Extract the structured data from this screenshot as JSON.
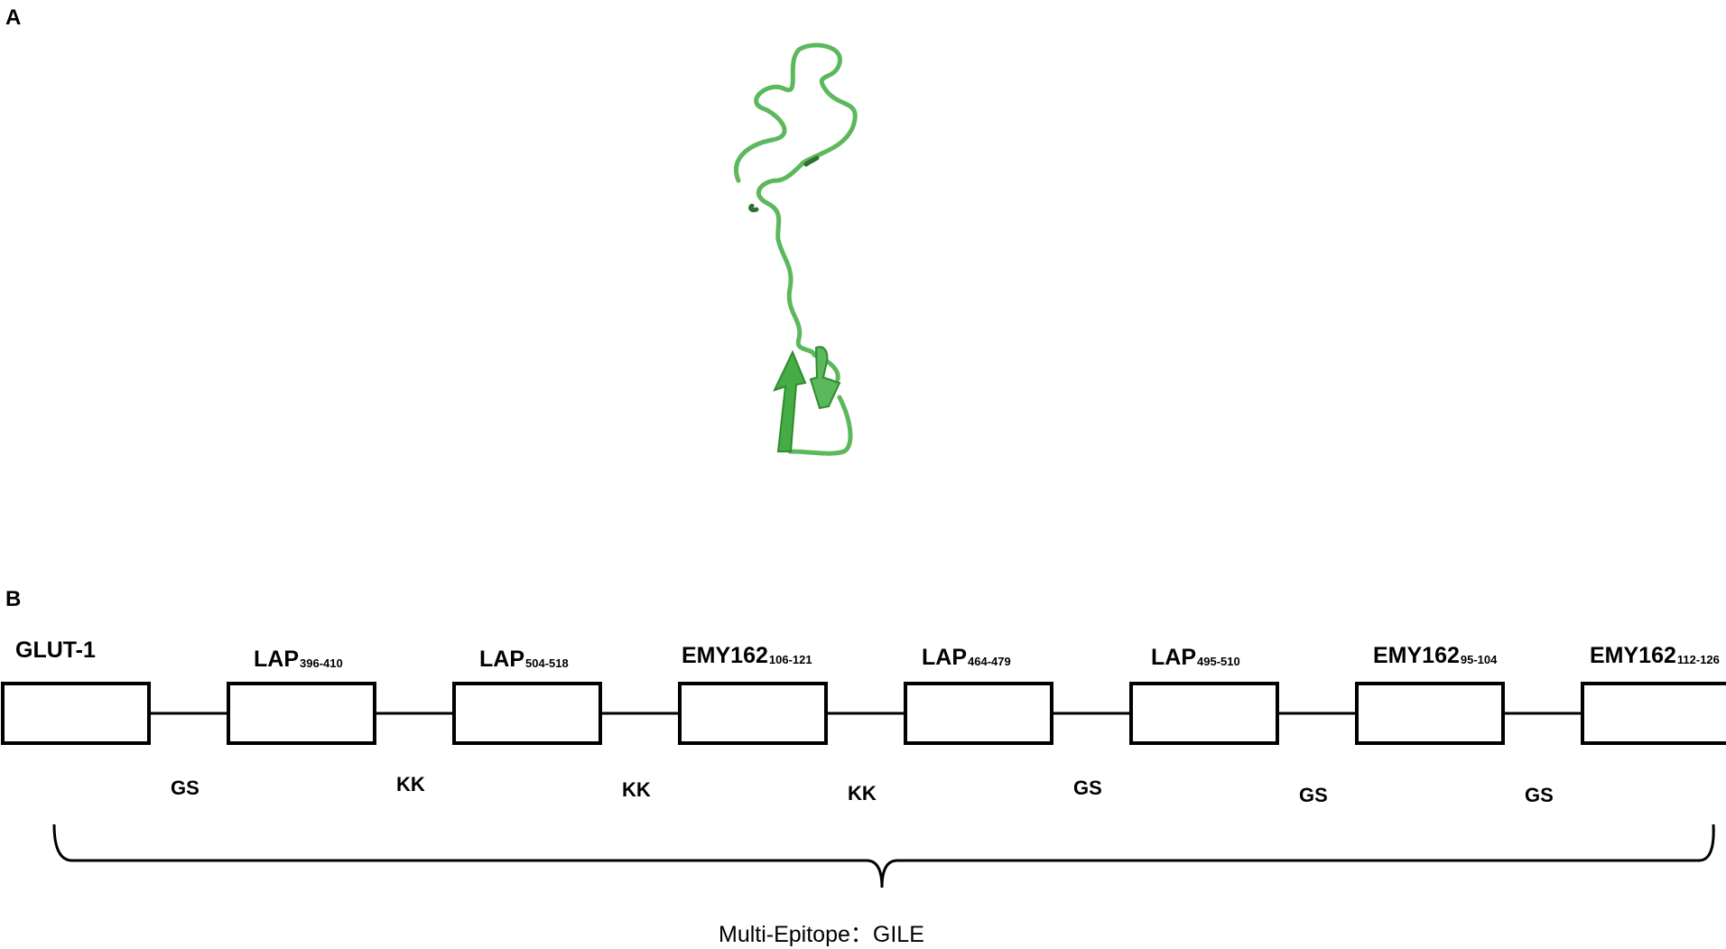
{
  "panels": {
    "a_letter": "A",
    "b_letter": "B"
  },
  "construct": {
    "segments": [
      {
        "name": "GLUT-1",
        "range": ""
      },
      {
        "name": "LAP",
        "range": "396-410"
      },
      {
        "name": "LAP",
        "range": "504-518"
      },
      {
        "name": "EMY162",
        "range": "106-121"
      },
      {
        "name": "LAP",
        "range": "464-479"
      },
      {
        "name": "LAP",
        "range": "495-510"
      },
      {
        "name": "EMY162",
        "range": "95-104"
      },
      {
        "name": "EMY162",
        "range": "112-126"
      }
    ],
    "linkers": [
      "GS",
      "KK",
      "KK",
      "KK",
      "GS",
      "GS",
      "GS"
    ],
    "title": "Multi-Epitope：GILE"
  },
  "colors": {
    "ribbon": "#5cb85c",
    "ribbon_dark": "#3d9a3d",
    "sheet": "#46ad46",
    "outline": "#000000"
  }
}
